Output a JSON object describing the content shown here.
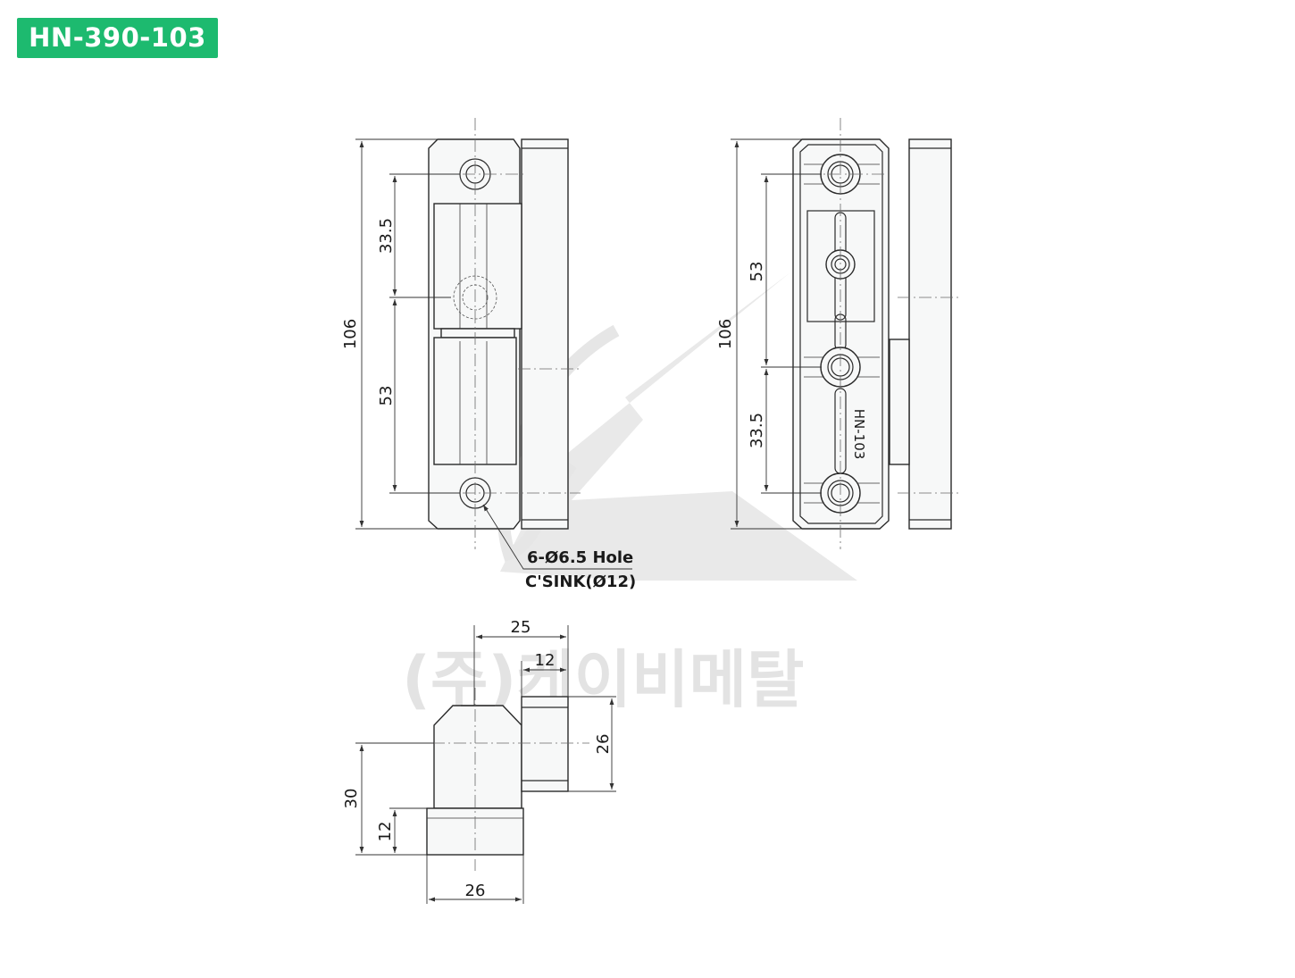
{
  "header": {
    "model_code": "HN-390-103",
    "badge_color": "#1dba6f"
  },
  "front_view": {
    "dims": {
      "overall_height": "106",
      "upper_spacing": "33.5",
      "lower_spacing": "53"
    },
    "hole_note": {
      "line1": "6-Ø6.5 Hole",
      "line2": "C'SINK(Ø12)"
    }
  },
  "rear_view": {
    "dims": {
      "overall_height": "106",
      "upper_spacing": "53",
      "lower_spacing": "33.5"
    },
    "part_marking": "HN-103"
  },
  "top_view": {
    "dims": {
      "total_width": "25",
      "leaf_width": "12",
      "leaf_height": "26",
      "body_height": "30",
      "step_height": "12",
      "base_width": "26"
    }
  },
  "watermark": {
    "company_name": "(주)케이비메탈"
  }
}
